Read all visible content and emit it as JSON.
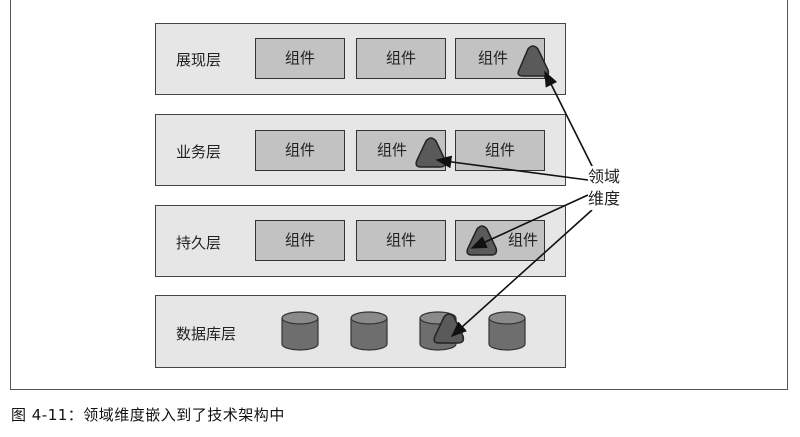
{
  "layers": [
    {
      "label": "展现层",
      "components": [
        "组件",
        "组件",
        "组件"
      ]
    },
    {
      "label": "业务层",
      "components": [
        "组件",
        "组件",
        "组件"
      ]
    },
    {
      "label": "持久层",
      "components": [
        "组件",
        "组件",
        "组件"
      ]
    },
    {
      "label": "数据库层",
      "databases": 4
    }
  ],
  "domain_label": {
    "line1": "领域",
    "line2": "维度"
  },
  "caption": "图 4-11：领域维度嵌入到了技术架构中",
  "colors": {
    "layer_fill": "#e6e6e6",
    "component_fill": "#c2c2c2",
    "marker_fill": "#5a5a5a"
  }
}
